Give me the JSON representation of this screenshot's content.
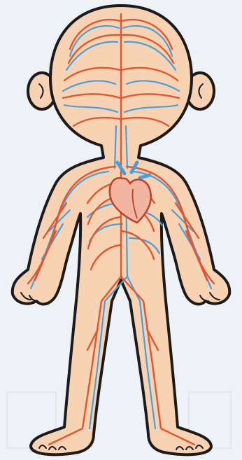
{
  "diagram": {
    "subject": "circulatory-system",
    "colors": {
      "background": "#eef2f6",
      "paper_texture": "#dde4ec",
      "skin": "#f7d2b3",
      "skin_shadow": "#efbe9b",
      "outline": "#1c1a1a",
      "artery": "#e4552b",
      "vein": "#4a9fd8",
      "heart": "#f2b6a0",
      "heart_outline": "#b9412a"
    },
    "parts": [
      "head",
      "ears",
      "torso",
      "arms",
      "hands",
      "legs",
      "feet",
      "heart",
      "arteries",
      "veins"
    ]
  }
}
